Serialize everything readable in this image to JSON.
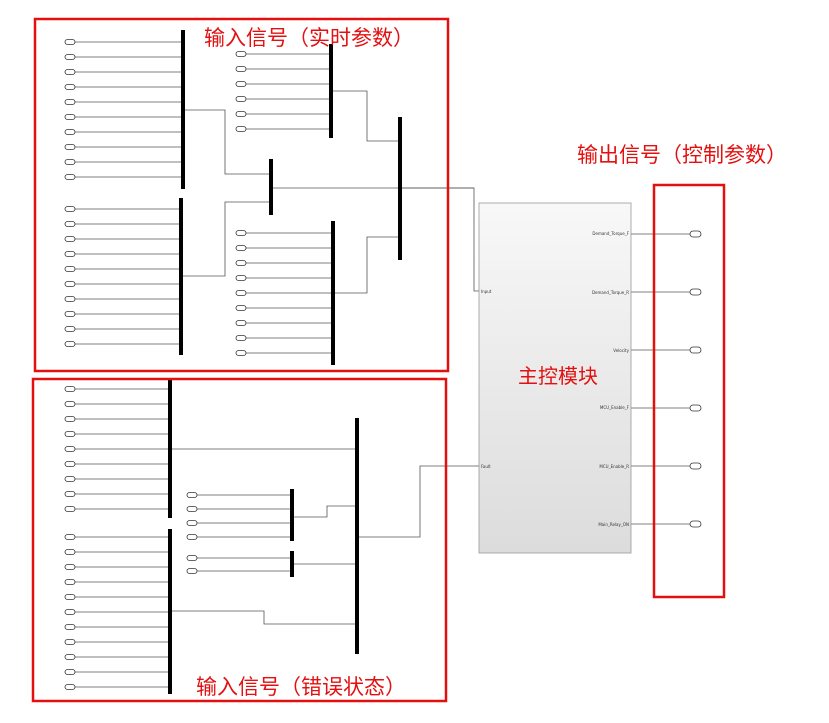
{
  "labels": {
    "input_realtime": "输入信号（实时参数）",
    "input_error": "输入信号（错误状态）",
    "output_control": "输出信号（控制参数）",
    "main_block": "主控模块"
  },
  "main_block": {
    "in_ports": [
      "Input",
      "Fault"
    ],
    "out_ports": [
      "Demand_Torque_F",
      "Demand_Torque_R",
      "Velocity",
      "MCU_Enable_F",
      "MCU_Enable_R",
      "Main_Relay_ON"
    ]
  },
  "colors": {
    "highlight": "#e41010",
    "bus": "#000000",
    "wire": "#555555",
    "block_top": "#f8f8f8",
    "block_bottom": "#dcdcdc"
  },
  "icons": {
    "inport": "rounded-pill-port-icon",
    "outport": "rounded-pill-port-icon"
  }
}
